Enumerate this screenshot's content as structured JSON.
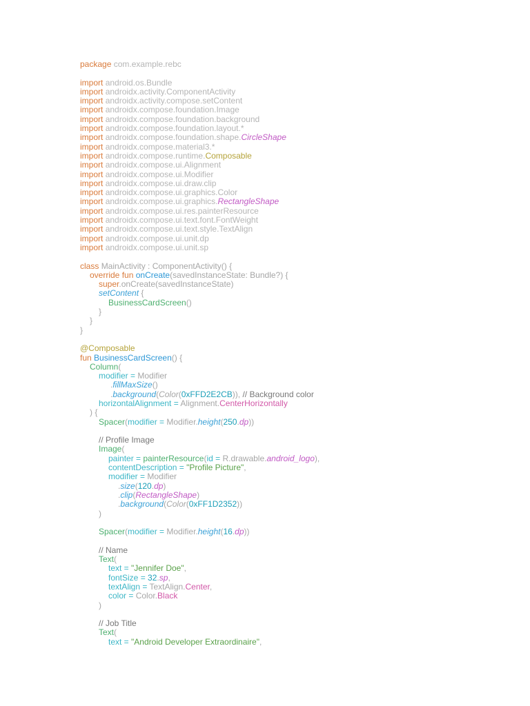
{
  "code": {
    "package_kw": "package",
    "package_name": "com.example.rebc",
    "import_kw": "import",
    "imports": [
      {
        "path": "android.os.Bundle",
        "suffix": ""
      },
      {
        "path": "androidx.activity.ComponentActivity",
        "suffix": ""
      },
      {
        "path": "androidx.activity.compose.setContent",
        "suffix": ""
      },
      {
        "path": "androidx.compose.foundation.Image",
        "suffix": ""
      },
      {
        "path": "androidx.compose.foundation.background",
        "suffix": ""
      },
      {
        "path": "androidx.compose.foundation.layout.*",
        "suffix": ""
      },
      {
        "path": "androidx.compose.foundation.shape.",
        "suffix": "CircleShape"
      },
      {
        "path": "androidx.compose.material3.*",
        "suffix": ""
      },
      {
        "path": "androidx.compose.runtime.",
        "suffix": "Composable"
      },
      {
        "path": "androidx.compose.ui.Alignment",
        "suffix": ""
      },
      {
        "path": "androidx.compose.ui.Modifier",
        "suffix": ""
      },
      {
        "path": "androidx.compose.ui.draw.clip",
        "suffix": ""
      },
      {
        "path": "androidx.compose.ui.graphics.Color",
        "suffix": ""
      },
      {
        "path": "androidx.compose.ui.graphics.",
        "suffix": "RectangleShape"
      },
      {
        "path": "androidx.compose.ui.res.painterResource",
        "suffix": ""
      },
      {
        "path": "androidx.compose.ui.text.font.FontWeight",
        "suffix": ""
      },
      {
        "path": "androidx.compose.ui.text.style.TextAlign",
        "suffix": ""
      },
      {
        "path": "androidx.compose.ui.unit.dp",
        "suffix": ""
      },
      {
        "path": "androidx.compose.ui.unit.sp",
        "suffix": ""
      }
    ],
    "class_kw": "class",
    "class_decl": "MainActivity : ComponentActivity() {",
    "override_kw": "override fun",
    "on_create": "onCreate",
    "on_create_params": "(savedInstanceState: Bundle?) {",
    "super_kw": "super",
    "super_call": ".onCreate(savedInstanceState)",
    "set_content": "setContent",
    "open_brace": " {",
    "call_screen": "BusinessCardScreen",
    "call_parens": "()",
    "close_brace": "}",
    "annotation": "@Composable",
    "fun_kw": "fun",
    "screen_fn": "BusinessCardScreen",
    "screen_parens": "() {",
    "column": "Column",
    "open_paren": "(",
    "close_paren": ")",
    "modifier_eq": "modifier = ",
    "modifier_obj": "Modifier",
    "modifier_dot": "Modifier.",
    "dot": ".",
    "fill_max_size": "fillMaxSize",
    "empty_parens": "()",
    "background": "background",
    "color_fn": "Color",
    "bg_color_hex": "0xFFD2E2CB",
    "bg_close": ")), ",
    "bg_comment": "// Background color",
    "h_align_eq": "horizontalAlignment = ",
    "alignment_dot": "Alignment.",
    "center_h": "CenterHorizontally",
    "column_close": ") {",
    "spacer": "Spacer",
    "height_fn": "height",
    "spacer1_value": "250",
    "dp": "dp",
    "double_close": "))",
    "comment_profile": "// Profile Image",
    "image": "Image",
    "painter_eq": "painter = ",
    "painter_fn": "painterResource",
    "id_eq": "id = ",
    "r_drawable": "R.drawable.",
    "android_logo": "android_logo",
    "painter_close": "),",
    "content_desc_eq": "contentDescription = ",
    "profile_picture": "\"Profile Picture\"",
    "comma": ",",
    "size_fn": "size",
    "size_value": "120",
    "clip_fn": "clip",
    "rect_shape": "RectangleShape",
    "img_bg_hex": "0xFF1D2352",
    "spacer2_value": "16",
    "comment_name": "// Name",
    "text_fn": "Text",
    "text_eq": "text = ",
    "name_str": "\"Jennifer Doe\"",
    "font_size_eq": "fontSize = ",
    "font_size_value": "32",
    "sp": "sp",
    "text_align_eq": "textAlign = ",
    "text_align_dot": "TextAlign.",
    "center": "Center",
    "color_eq": "color = ",
    "color_dot": "Color.",
    "black": "Black",
    "comment_job": "// Job Title",
    "job_str": "\"Android Developer Extraordinaire\""
  }
}
